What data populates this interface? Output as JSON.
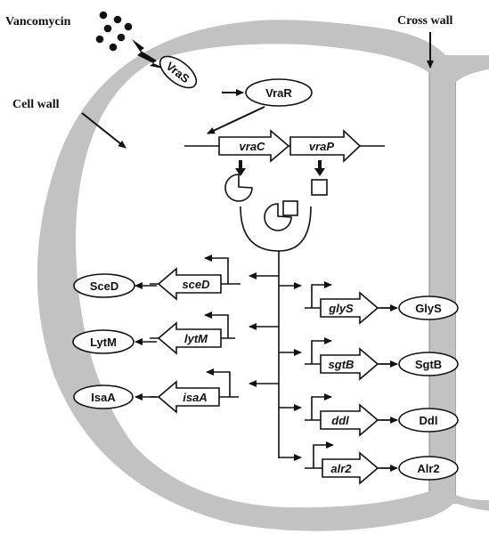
{
  "labels": {
    "vancomycin": "Vancomycin",
    "cross_wall": "Cross wall",
    "cell_wall": "Cell wall"
  },
  "sensor": {
    "vras": "VraS",
    "vrar": "VraR"
  },
  "operon_genes": {
    "vrac": "vraC",
    "vrap": "vraP"
  },
  "left_targets": [
    {
      "gene": "sceD",
      "protein": "SceD"
    },
    {
      "gene": "lytM",
      "protein": "LytM"
    },
    {
      "gene": "isaA",
      "protein": "IsaA"
    }
  ],
  "right_targets": [
    {
      "gene": "glyS",
      "protein": "GlyS"
    },
    {
      "gene": "sgtB",
      "protein": "SgtB"
    },
    {
      "gene": "ddl",
      "protein": "Ddl"
    },
    {
      "gene": "alr2",
      "protein": "Alr2"
    }
  ],
  "colors": {
    "cell_wall": "#c2c2c2",
    "outline": "#111111",
    "background": "#ffffff"
  }
}
